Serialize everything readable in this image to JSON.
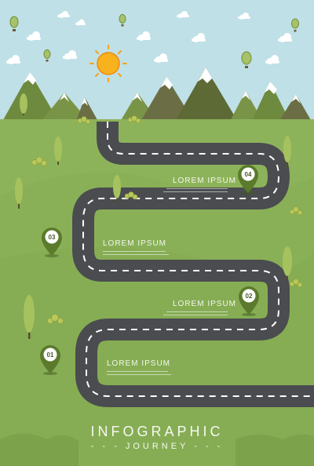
{
  "milestones": [
    {
      "number": "01",
      "label": "LOREM IPSUM"
    },
    {
      "number": "02",
      "label": "LOREM IPSUM"
    },
    {
      "number": "03",
      "label": "LOREM IPSUM"
    },
    {
      "number": "04",
      "label": "LOREM IPSUM"
    }
  ],
  "title": "INFOGRAPHIC",
  "subtitle": "- - - JOURNEY - - -",
  "colors": {
    "sky": "#bfe0e6",
    "grass": "#8db35a",
    "road": "#4a4c4f",
    "pin": "#5b7a2c",
    "sun": "#f5a21a"
  }
}
